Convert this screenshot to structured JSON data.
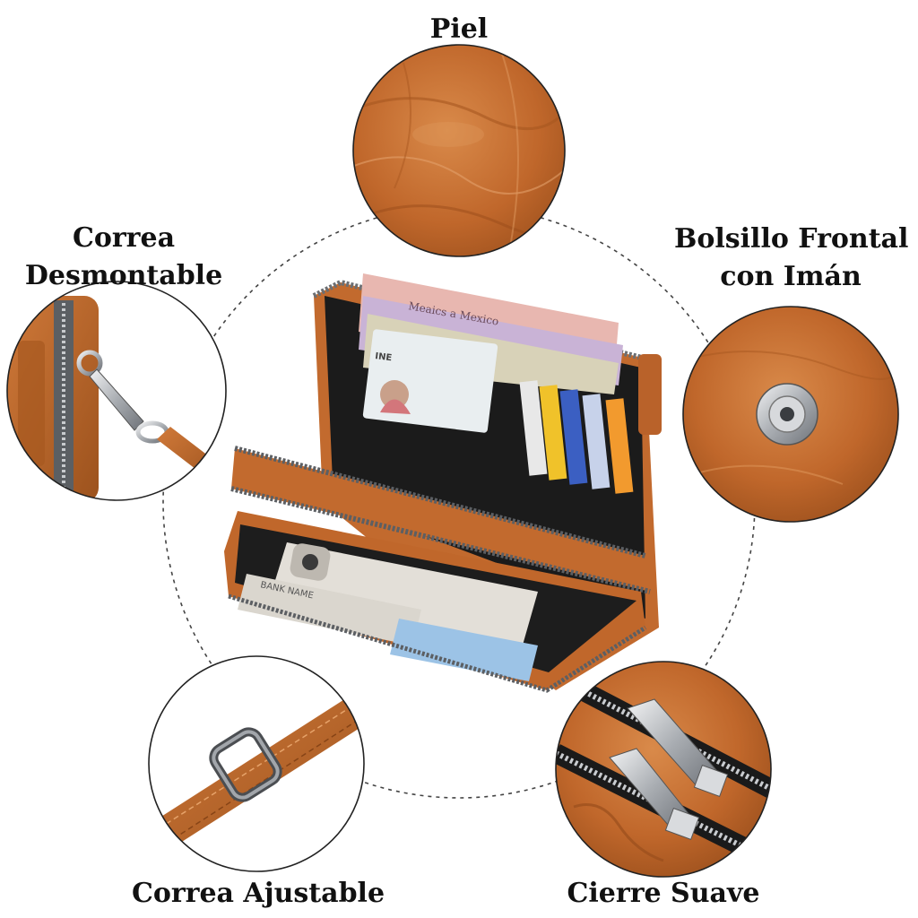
{
  "features": {
    "leather": {
      "label": "Piel",
      "icon": "leather-texture-icon"
    },
    "strap": {
      "label_line1": "Correa",
      "label_line2": "Desmontable",
      "icon": "clasp-strap-icon"
    },
    "pocket": {
      "label_line1": "Bolsillo Frontal",
      "label_line2": "con Imán",
      "icon": "magnetic-snap-icon"
    },
    "adjustable": {
      "label": "Correa Ajustable",
      "icon": "strap-buckle-icon"
    },
    "zipper": {
      "label": "Cierre Suave",
      "icon": "zipper-pull-icon"
    }
  },
  "product": {
    "name": "wallet-product-photo",
    "banknote_text": "Meaics a Mexico",
    "card_brand": "INE",
    "card_text": "BANK NAME"
  },
  "colors": {
    "leather": "#c26a2e",
    "leather_dark": "#8e4717",
    "leather_light": "#d9894a",
    "interior": "#1b1b1b",
    "metal": "#b9bcc0",
    "dashed_ring": "#444444"
  }
}
